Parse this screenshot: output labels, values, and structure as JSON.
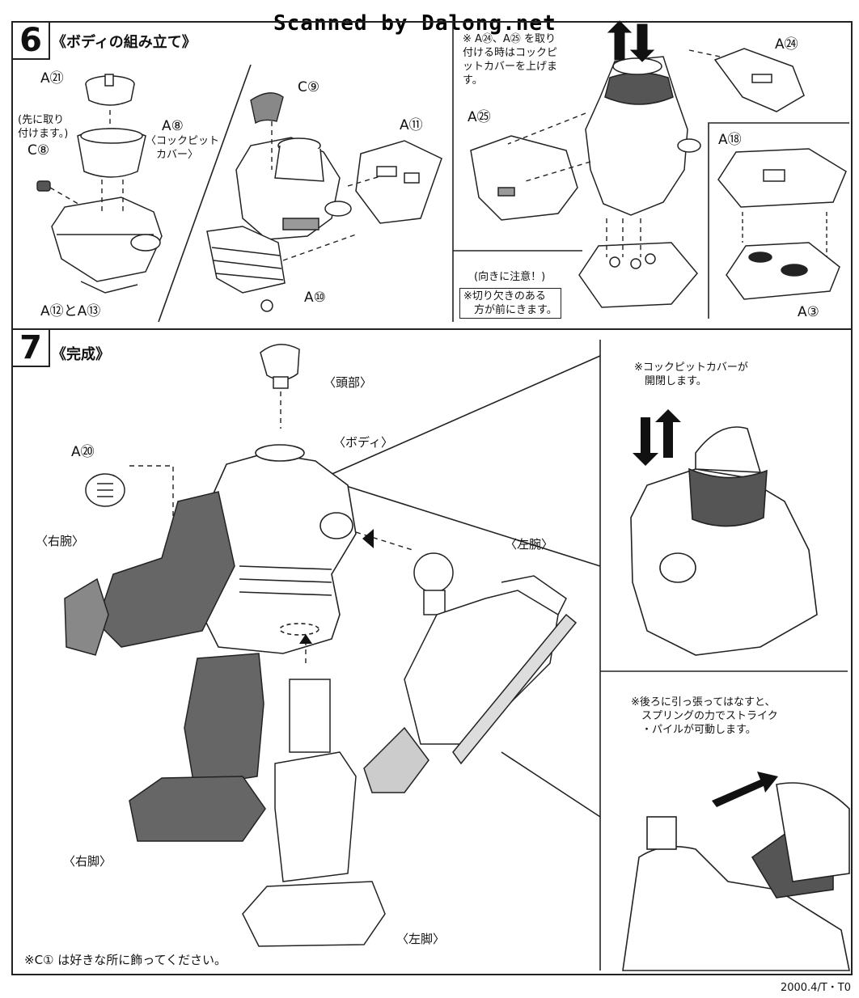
{
  "header": {
    "scan_credit": "Scanned by Dalong.net"
  },
  "step6": {
    "number": "6",
    "title": "《ボディの組み立て》",
    "labels": {
      "a21": "A㉑",
      "first_attach": "(先に取り\n付けます。)",
      "c8": "C⑧",
      "a8": "A⑧",
      "cockpit_cover": "〈コックピット\n　カバー〉",
      "a12_a13": "A⑫とA⑬",
      "c9": "C⑨",
      "a11": "A⑪",
      "a10": "A⑩",
      "note_a24_a25": "※ A㉔、A㉕ を取り\n付ける時はコックピ\nットカバーを上げま\nす。",
      "a25": "A㉕",
      "a24": "A㉔",
      "a18": "A⑱",
      "a3": "A③",
      "orientation_caution": "(向きに注意！)",
      "notch_note": "※切り欠きのある\n　方が前にきます。"
    }
  },
  "step7": {
    "number": "7",
    "title": "《完成》",
    "labels": {
      "head": "〈頭部〉",
      "body": "〈ボディ〉",
      "a20": "A⑳",
      "right_arm": "〈右腕〉",
      "left_arm": "〈左腕〉",
      "right_leg": "〈右脚〉",
      "left_leg": "〈左脚〉",
      "c1_note": "※C① は好きな所に飾ってください。",
      "cockpit_note": "※コックピットカバーが\n　開閉します。",
      "spring_note": "※後ろに引っ張ってはなすと、\n　スプリングの力でストライク\n　・パイルが可動します。"
    }
  },
  "footer": {
    "code": "2000.4/T・T0"
  }
}
